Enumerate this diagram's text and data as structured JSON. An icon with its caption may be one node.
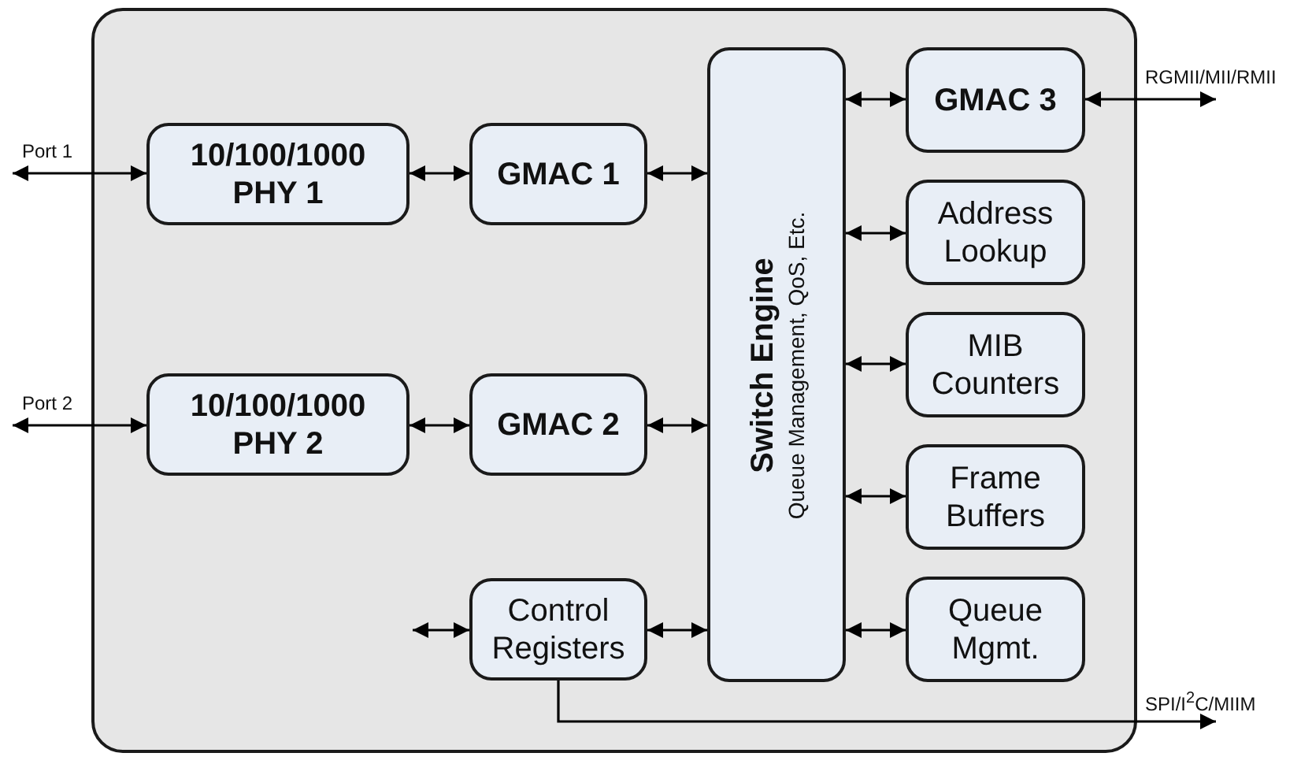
{
  "diagram": {
    "nodes": [
      {
        "text": [],
        "shape": "box"
      },
      {
        "text": [
          "10/100/1000 PHY 1"
        ],
        "in": 0
      },
      {
        "text": [
          "GMAC 1"
        ],
        "in": 0
      },
      {
        "text": [
          "10/100/1000 PHY 2"
        ],
        "in": 0
      },
      {
        "text": [
          "GMAC 2"
        ],
        "in": 0
      },
      {
        "text": [
          "Control Registers"
        ],
        "in": 0
      },
      {
        "text": [
          "Switch Engine",
          "Queue Management, QoS, Etc."
        ],
        "in": 0
      },
      {
        "text": [
          "GMAC 3"
        ],
        "in": 0
      },
      {
        "text": [
          "Address Lookup"
        ],
        "in": 0
      },
      {
        "text": [
          "MIB Counters"
        ],
        "in": 0
      },
      {
        "text": [
          "Frame Buffers"
        ],
        "in": 0
      },
      {
        "text": [
          "Queue Mgmt."
        ],
        "in": 0
      }
    ],
    "edges": [
      {
        "from": null,
        "to": 1,
        "arrow": "both",
        "label": "Port 1"
      },
      {
        "from": 1,
        "to": 2,
        "arrow": "both"
      },
      {
        "from": 2,
        "to": 6,
        "arrow": "both"
      },
      {
        "from": null,
        "to": 3,
        "arrow": "both",
        "label": "Port 2"
      },
      {
        "from": 3,
        "to": 4,
        "arrow": "both"
      },
      {
        "from": 4,
        "to": 6,
        "arrow": "both"
      },
      {
        "from": null,
        "to": 5,
        "arrow": "both"
      },
      {
        "from": 5,
        "to": 6,
        "arrow": "both"
      },
      {
        "from": 6,
        "to": 7,
        "arrow": "both"
      },
      {
        "from": 6,
        "to": 8,
        "arrow": "both"
      },
      {
        "from": 6,
        "to": 9,
        "arrow": "both"
      },
      {
        "from": 6,
        "to": 10,
        "arrow": "both"
      },
      {
        "from": 6,
        "to": 11,
        "arrow": "both"
      },
      {
        "from": 7,
        "to": null,
        "arrow": "both",
        "label": "RGMII/MII/RMII"
      },
      {
        "from": 5,
        "to": null,
        "arrow": "to",
        "label": "SPI/I$^{2}$C/MIIM"
      }
    ]
  }
}
